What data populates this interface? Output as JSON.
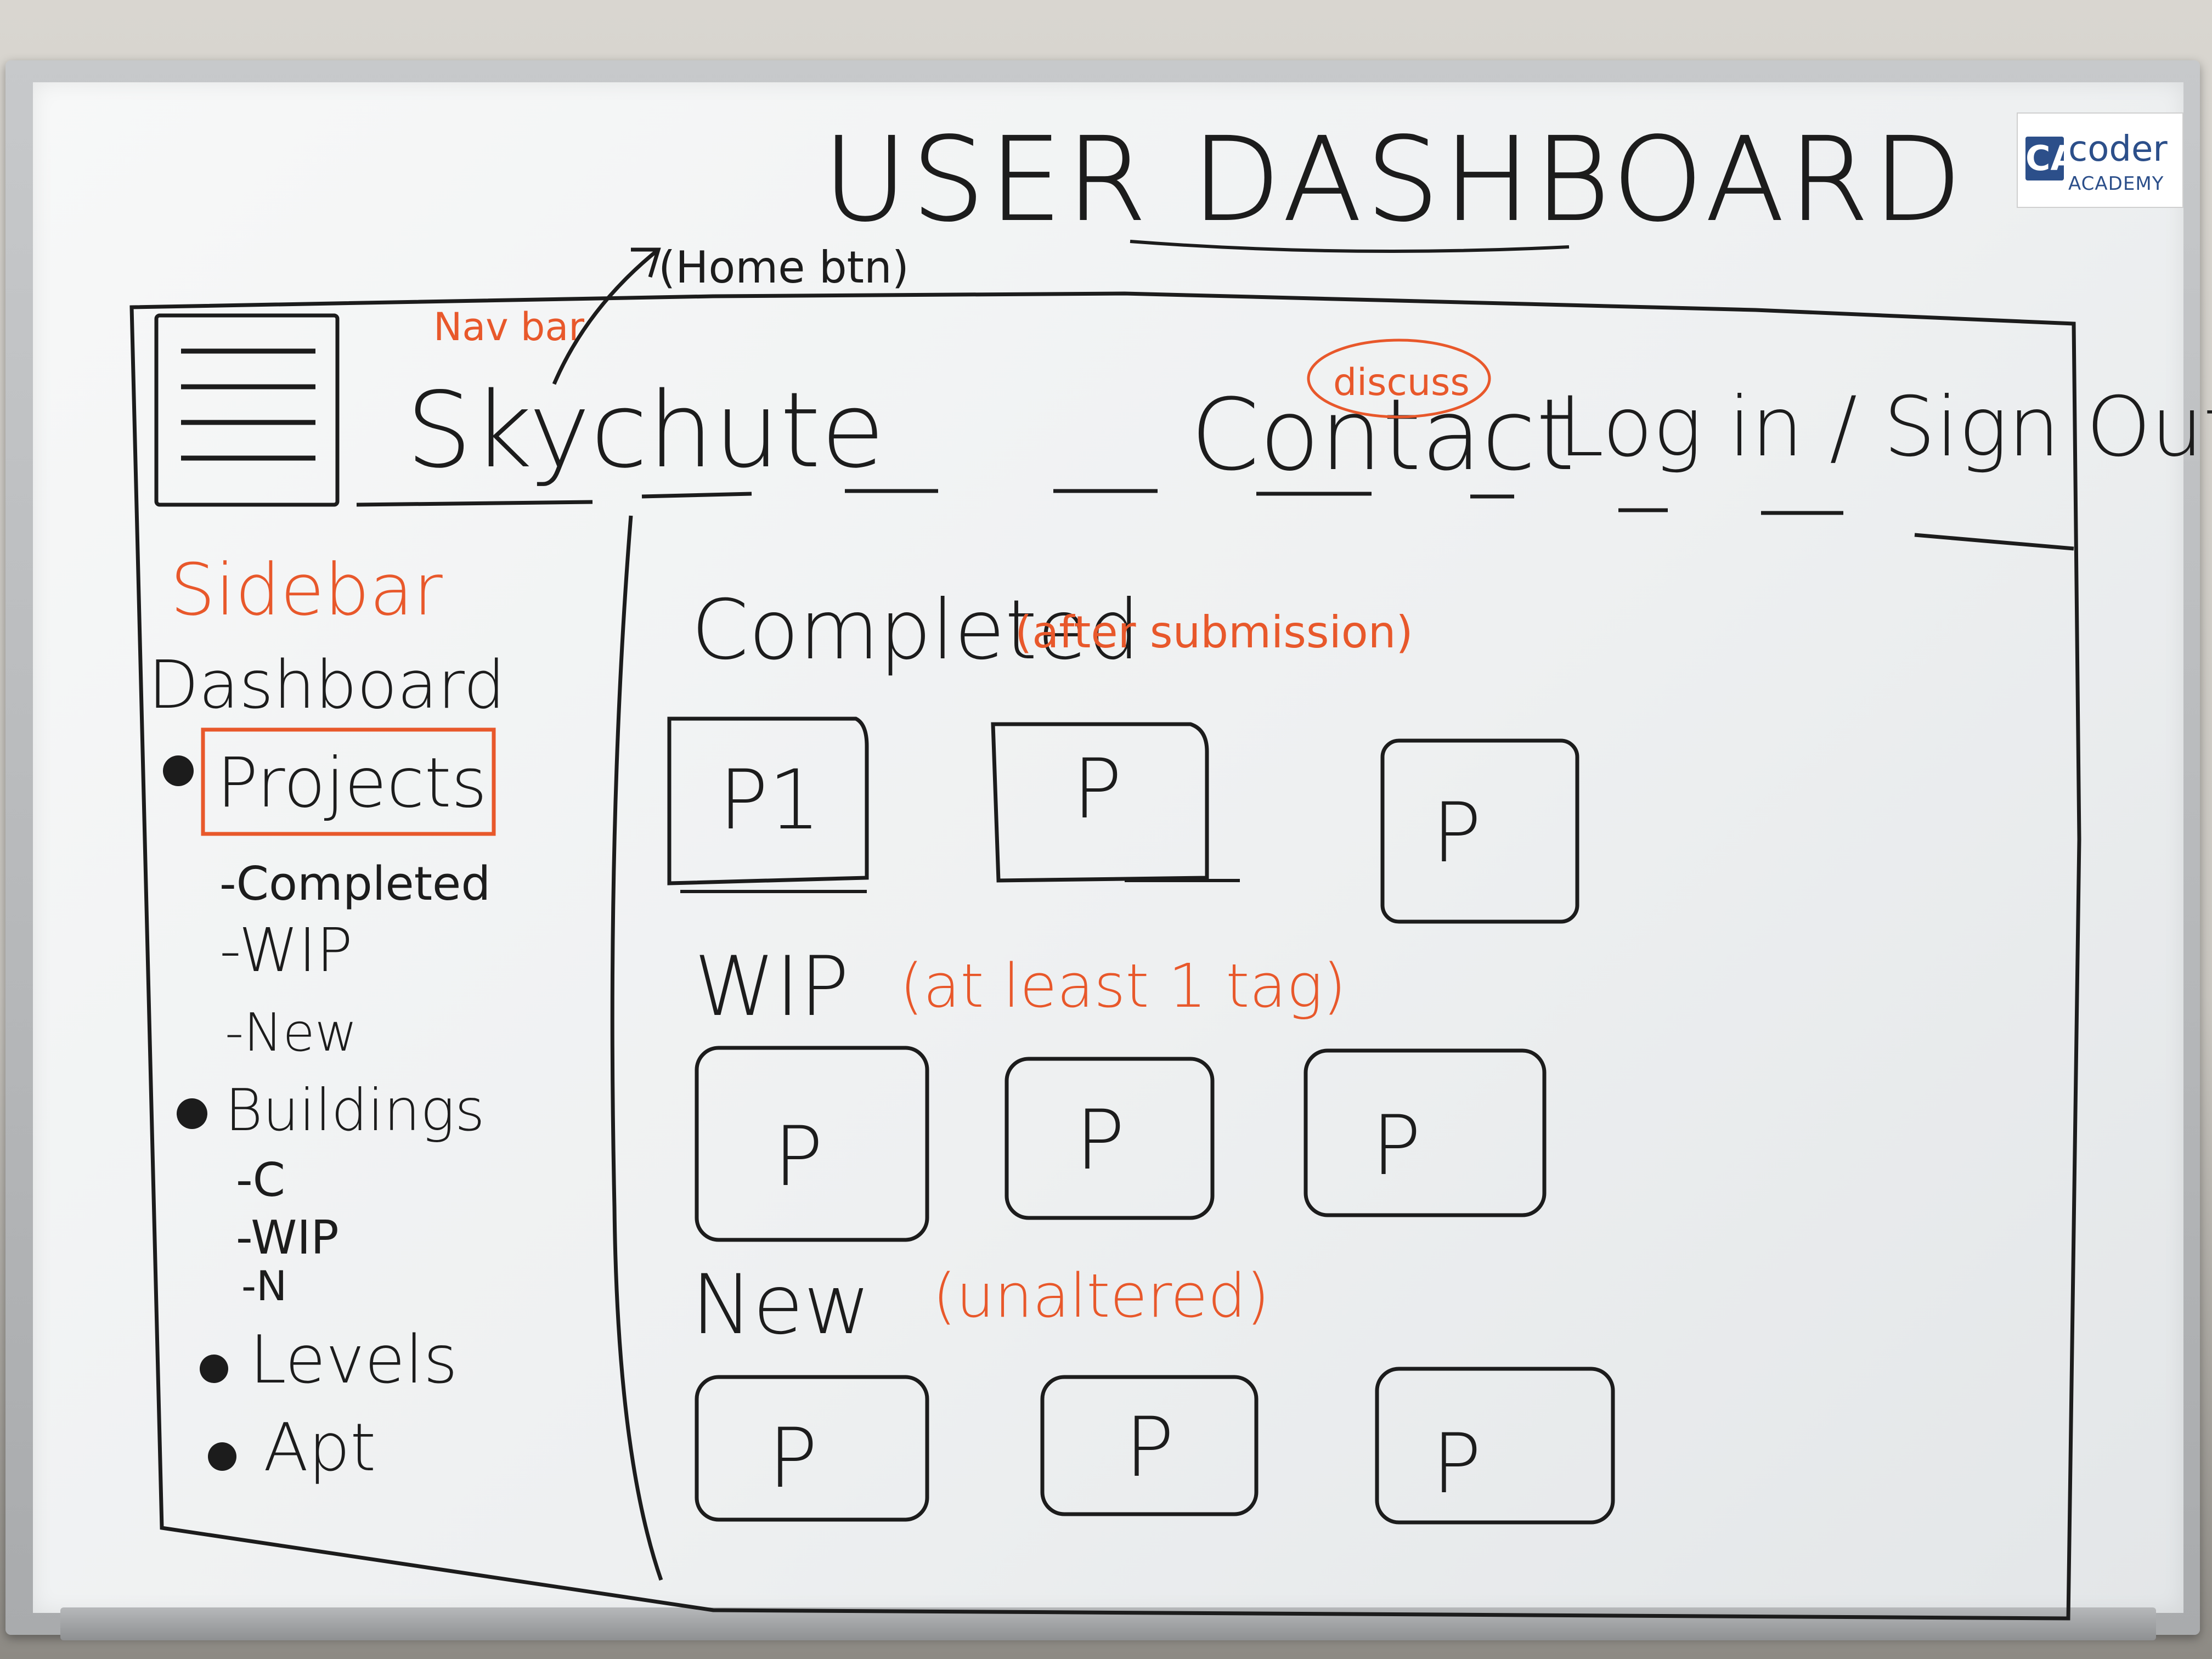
{
  "title": "USER DASHBOARD",
  "home_annotation": "(Home btn)",
  "navbar": {
    "annotation": "Nav bar",
    "brand": "Skychute",
    "contact": "Contact",
    "contact_note": "discuss",
    "auth": "Log in / Sign Out"
  },
  "sidebar": {
    "annotation": "Sidebar",
    "dashboard": "Dashboard",
    "projects": "Projects",
    "projects_sub": [
      "-Completed",
      "-WIP",
      "-New"
    ],
    "buildings": "Buildings",
    "buildings_sub": [
      "-C",
      "-WIP",
      "-N"
    ],
    "levels": "Levels",
    "apt": "Apt"
  },
  "sections": [
    {
      "label": "Completed",
      "note": "(after submission)",
      "cards": [
        "P1",
        "P",
        "P"
      ]
    },
    {
      "label": "WIP",
      "note": "(at least 1 tag)",
      "cards": [
        "P",
        "P",
        "P"
      ]
    },
    {
      "label": "New",
      "note": "(unaltered)",
      "cards": [
        "P",
        "P",
        "P"
      ]
    }
  ],
  "logo": {
    "line1": "coder",
    "line2": "ACADEMY",
    "mark": "CA"
  },
  "colors": {
    "ink": "#1c1c1c",
    "marker_orange": "#e8582b",
    "logo_blue": "#2c4f8a"
  }
}
